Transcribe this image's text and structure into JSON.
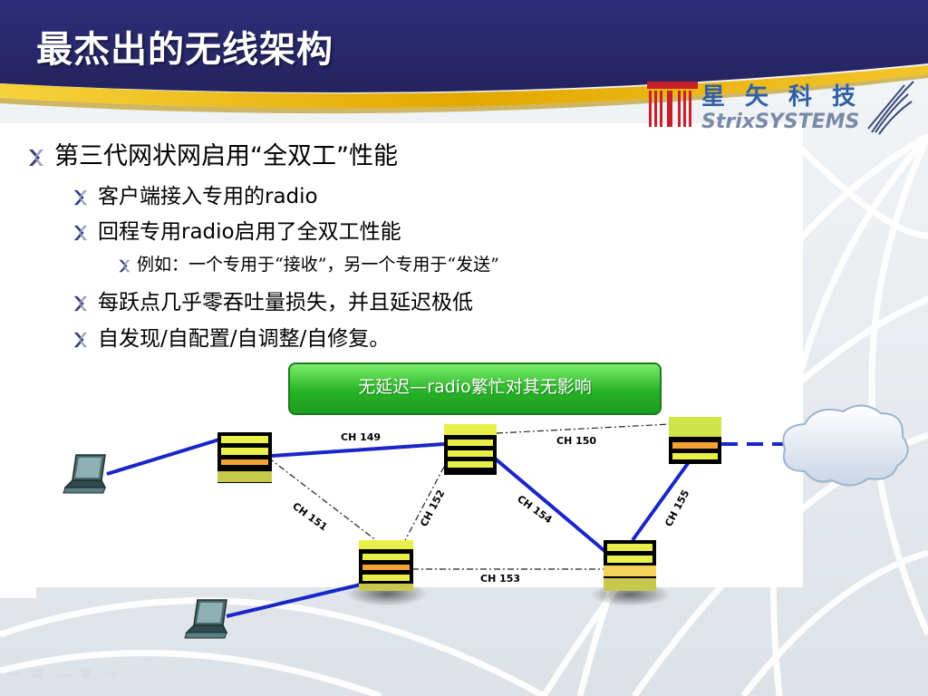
{
  "title": "最杰出的无线架构",
  "logo": {
    "chinese": "星矢科技",
    "english": "StrixSYSTEMS"
  },
  "bullets": [
    {
      "level": 1,
      "text": "第三代网状网启用“全双工”性能"
    },
    {
      "level": 2,
      "text": "客户端接入专用的radio"
    },
    {
      "level": 2,
      "text": "回程专用radio启用了全双工性能"
    },
    {
      "level": 3,
      "text": "例如：一个专用于“接收”，另一个专用于“发送”"
    },
    {
      "level": 2,
      "text": "每跃点几乎零吞吐量损失，并且延迟极低"
    },
    {
      "level": 2,
      "text": "自发现/自配置/自调整/自修复。"
    }
  ],
  "callout": "无延迟—radio繁忙对其无影响",
  "channels": {
    "ch149": "CH 149",
    "ch150": "CH 150",
    "ch151": "CH 151",
    "ch152": "CH 152",
    "ch153": "CH 153",
    "ch154": "CH 154",
    "ch155": "CH 155"
  },
  "colors": {
    "header": "#2b2a6e",
    "gold": "#e8b400",
    "link_blue": "#1a25c8",
    "callout_green": "#27b327",
    "node_yellow": "#eaf04a",
    "node_orange": "#f4a236"
  }
}
